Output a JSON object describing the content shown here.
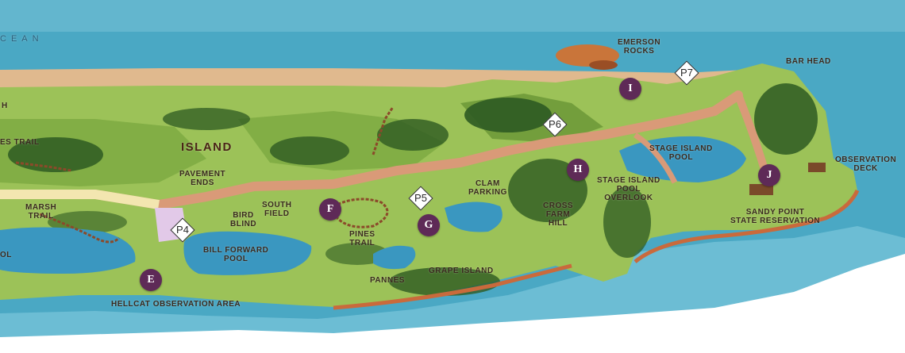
{
  "colors": {
    "ocean": "#4aa8c4",
    "ocean_light": "#8fd0e0",
    "bay": "#5fb5cf",
    "pool": "#3a97c0",
    "beach": "#e0b98e",
    "marsh": "#9cc258",
    "upland": "#6f9a3a",
    "forest": "#2e5a22",
    "road": "#d99a78",
    "shore": "#c96a3c",
    "parking_lot": "#e2c9e8",
    "marker": "#5e2a57",
    "label_ink": "#3a2a1e"
  },
  "labels": {
    "ocean": "CEAN",
    "emerson_rocks": "EMERSON\nROCKS",
    "bar_head": "BAR HEAD",
    "h_edge": "H",
    "es_trail": "ES TRAIL",
    "island": "ISLAND",
    "pavement_ends": "PAVEMENT\nENDS",
    "marsh_trail": "MARSH\nTRAIL",
    "bird_blind": "BIRD\nBLIND",
    "south_field": "SOUTH\nFIELD",
    "clam_parking": "CLAM\nPARKING",
    "stage_island_pool": "STAGE ISLAND\nPOOL",
    "stage_island_pool_overlook": "STAGE ISLAND\nPOOL\nOVERLOOK",
    "cross_farm_hill": "CROSS\nFARM\nHILL",
    "sandy_point": "SANDY POINT\nSTATE RESERVATION",
    "observation_deck": "OBSERVATION\nDECK",
    "pines_trail": "PINES\nTRAIL",
    "bill_forward_pool": "BILL FORWARD\nPOOL",
    "pannes": "PANNES",
    "grape_island": "GRAPE ISLAND",
    "hellcat": "HELLCAT OBSERVATION AREA",
    "ol": "OL"
  },
  "markers": [
    {
      "id": "E"
    },
    {
      "id": "F"
    },
    {
      "id": "G"
    },
    {
      "id": "H"
    },
    {
      "id": "I"
    },
    {
      "id": "J"
    }
  ],
  "parking": [
    {
      "id": "P4"
    },
    {
      "id": "P5"
    },
    {
      "id": "P6"
    },
    {
      "id": "P7"
    }
  ]
}
